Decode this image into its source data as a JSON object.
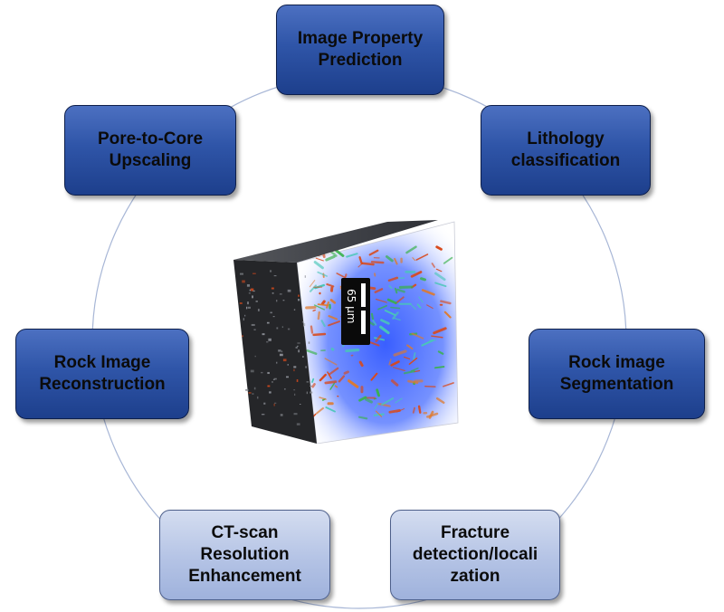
{
  "nodes": [
    {
      "label": "Image Property Prediction",
      "lines": [
        "Image Property",
        "Prediction"
      ],
      "style": "dark"
    },
    {
      "label": "Lithology classification",
      "lines": [
        "Lithology",
        "classification"
      ],
      "style": "dark"
    },
    {
      "label": "Rock image Segmentation",
      "lines": [
        "Rock image",
        "Segmentation"
      ],
      "style": "dark"
    },
    {
      "label": "Fracture detection/localization",
      "lines": [
        "Fracture",
        "detection/locali",
        "zation"
      ],
      "style": "light"
    },
    {
      "label": "CT-scan Resolution Enhancement",
      "lines": [
        "CT-scan",
        "Resolution",
        "Enhancement"
      ],
      "style": "light"
    },
    {
      "label": "Rock Image Reconstruction",
      "lines": [
        "Rock Image",
        "Reconstruction"
      ],
      "style": "dark"
    },
    {
      "label": "Pore-to-Core Upscaling",
      "lines": [
        "Pore-to-Core",
        "Upscaling"
      ],
      "style": "dark"
    }
  ],
  "center_image": {
    "scale_bar_label": "65 μm",
    "colors": {
      "block": "#2b2b2d",
      "glow": "#1b3cff",
      "pore_red": "#d94a1c",
      "pore_green": "#39b24a"
    }
  },
  "colors": {
    "node_dark": "#2f55a8",
    "node_light": "#b4c3e5",
    "ring": "#9fb0d2"
  }
}
